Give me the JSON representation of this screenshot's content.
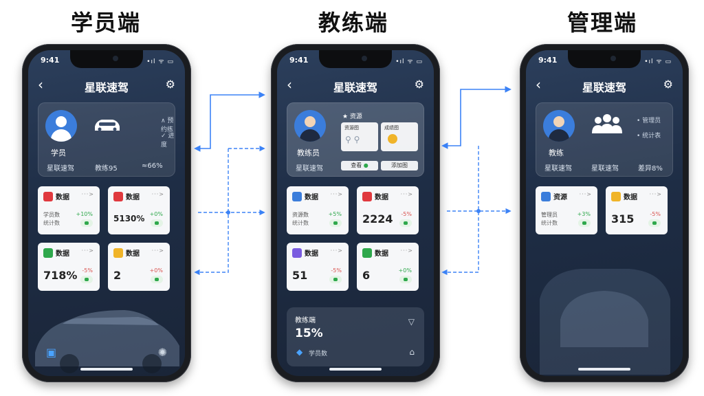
{
  "headers": {
    "student": "学员端",
    "coach": "教练端",
    "admin": "管理端"
  },
  "colors": {
    "accent": "#3b7ddb",
    "arrow": "#3b82f6",
    "up": "#2fa84c",
    "down": "#d9534f",
    "screen_bg": "#1e2d45"
  },
  "student": {
    "status_time": "9:41",
    "status_icons": "•ıl ᯤ ▭",
    "back_icon": "chevron-left-icon",
    "title": "星联速驾",
    "settings_icon": "gear-icon",
    "profile": {
      "name": "学员",
      "stats": [
        "星联速驾",
        "教练95",
        "≈66%"
      ],
      "checks": [
        "∧ 预约练",
        "✓ 进度"
      ]
    },
    "tiles": [
      {
        "label": "数据",
        "more": "···>",
        "line1": "学员数",
        "line2": "统计数",
        "change": "+10%",
        "big": ""
      },
      {
        "label": "数据",
        "more": "···>",
        "line1": "",
        "line2": "",
        "change": "+0%",
        "big": "5130%"
      },
      {
        "label": "数据",
        "more": "···>",
        "line1": "",
        "line2": "",
        "change": "-5%",
        "big": "718%"
      },
      {
        "label": "数据",
        "more": "···>",
        "line1": "",
        "line2": "",
        "change": "+0%",
        "big": "2"
      }
    ]
  },
  "coach": {
    "status_time": "9:41",
    "status_icons": "•ıl ᯤ ▭",
    "title": "星联速驾",
    "profile": {
      "name": "教练员",
      "sub": "星联速驾",
      "panel_title": "★ 资源",
      "cards": [
        "资源图",
        "成绩图"
      ],
      "buttons": [
        "查看",
        "添加图"
      ]
    },
    "tiles": [
      {
        "label": "数据",
        "more": "···>",
        "line1": "资源数",
        "line2": "统计数",
        "change": "+5%",
        "big": ""
      },
      {
        "label": "数据",
        "more": "···>",
        "line1": "",
        "line2": "",
        "change": "-5%",
        "big": "2224"
      },
      {
        "label": "数据",
        "more": "···>",
        "line1": "",
        "line2": "",
        "change": "-5%",
        "big": "51"
      },
      {
        "label": "数据",
        "more": "···>",
        "line1": "",
        "line2": "",
        "change": "+0%",
        "big": "6"
      }
    ],
    "bottom_card": {
      "title": "教练端",
      "value": "15%",
      "sub": "学员数"
    }
  },
  "admin": {
    "status_time": "9:41",
    "status_icons": "•ıl ᯤ ▭",
    "title": "星联速驾",
    "profile": {
      "name": "教练",
      "stats": [
        "星联速驾",
        "星联速驾",
        "差异8%"
      ],
      "checks": [
        "• 管理员",
        "• 统计表"
      ]
    },
    "tiles": [
      {
        "label": "资源",
        "more": "···>",
        "line1": "管理员",
        "line2": "统计数",
        "change": "+3%",
        "big": ""
      },
      {
        "label": "数据",
        "more": "···>",
        "line1": "",
        "line2": "",
        "change": "-5%",
        "big": "315"
      }
    ]
  }
}
